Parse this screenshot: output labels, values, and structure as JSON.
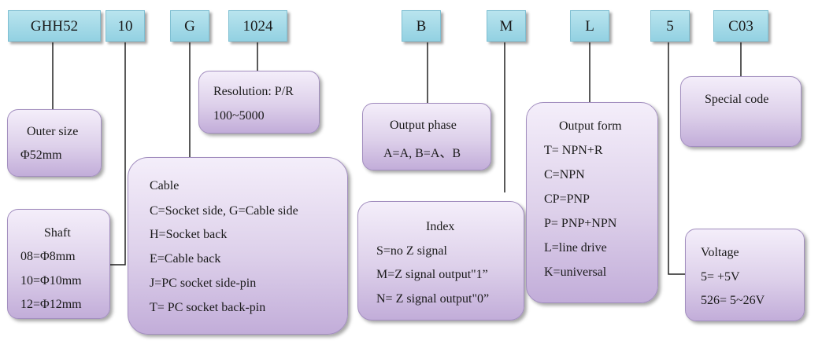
{
  "codes": [
    "GHH52",
    "10",
    "G",
    "1024",
    "B",
    "M",
    "L",
    "5",
    "C03"
  ],
  "boxes": {
    "outer_size": {
      "title": "Outer size",
      "lines": [
        "Φ52mm"
      ]
    },
    "shaft": {
      "title": "Shaft",
      "lines": [
        "08=Φ8mm",
        "10=Φ10mm",
        "12=Φ12mm"
      ]
    },
    "cable": {
      "title": "Cable",
      "lines": [
        "C=Socket side, G=Cable side",
        "H=Socket back",
        "E=Cable back",
        "J=PC socket side-pin",
        "T= PC socket back-pin"
      ]
    },
    "resolution": {
      "title": "Resolution: P/R",
      "lines": [
        "100~5000"
      ]
    },
    "output_phase": {
      "title": "Output phase",
      "lines": [
        "A=A, B=A、B"
      ]
    },
    "index": {
      "title": "Index",
      "lines": [
        "S=no Z signal",
        "M=Z signal output\"1”",
        "N= Z signal output\"0”"
      ]
    },
    "output_form": {
      "title": "Output form",
      "lines": [
        "T= NPN+R",
        "C=NPN",
        "CP=PNP",
        "P= PNP+NPN",
        "L=line drive",
        "K=universal"
      ]
    },
    "voltage": {
      "title": "Voltage",
      "lines": [
        "5= +5V",
        "526= 5~26V"
      ]
    },
    "special_code": {
      "title": "Special code",
      "lines": []
    }
  }
}
